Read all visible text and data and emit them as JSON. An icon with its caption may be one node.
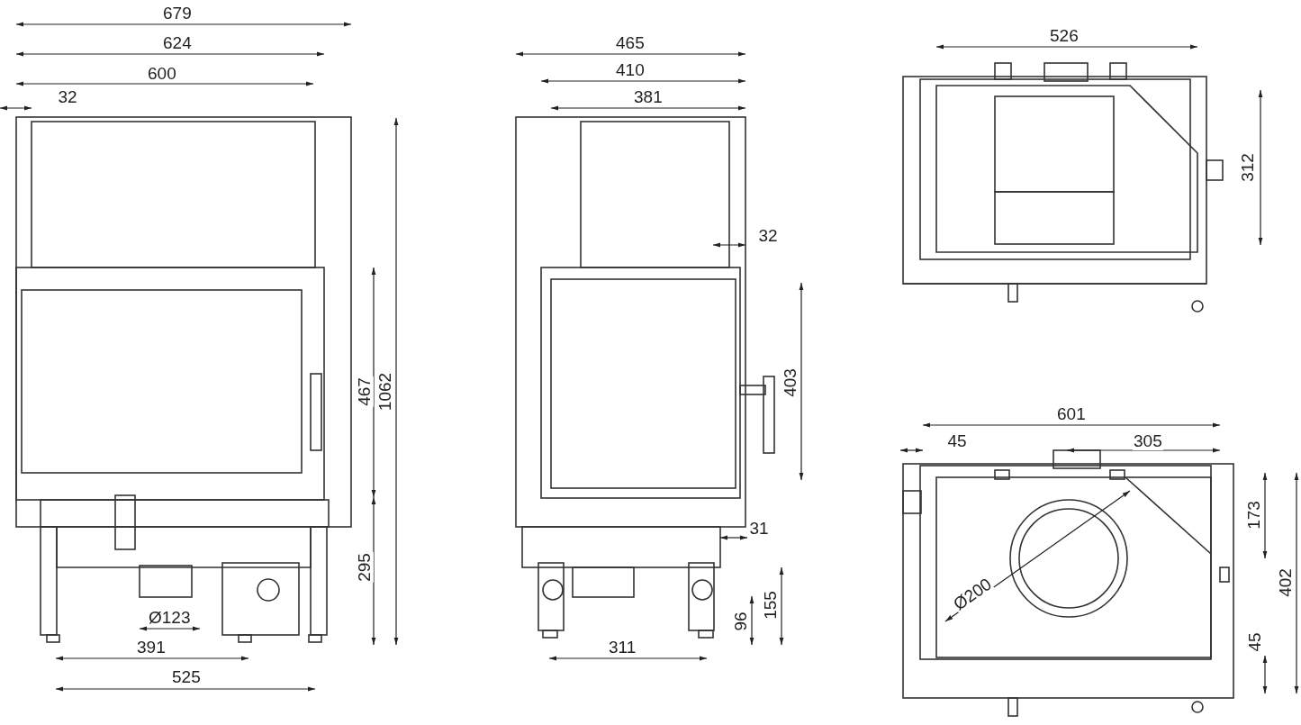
{
  "diagram": {
    "labels": [
      "679",
      "624",
      "600",
      "32",
      "467",
      "1062",
      "295",
      "Ø123",
      "391",
      "525",
      "465",
      "410",
      "381",
      "32",
      "403",
      "31",
      "155",
      "96",
      "311",
      "526",
      "312",
      "601",
      "45",
      "305",
      "173",
      "Ø200",
      "402",
      "45"
    ]
  }
}
